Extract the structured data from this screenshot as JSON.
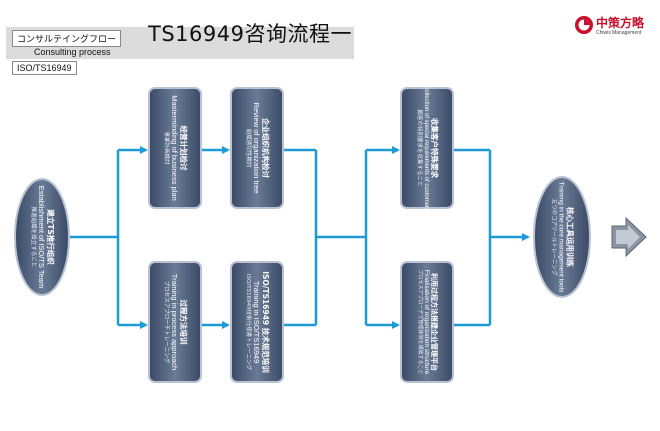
{
  "header": {
    "jp_label": "コンサルテイングフロー",
    "en_label": "Consulting process",
    "standard_label": "ISO/TS16949",
    "title": "TS16949咨询流程一"
  },
  "logo": {
    "name_cn": "中策方略",
    "name_en": "Chiwis Management",
    "color": "#c8102e"
  },
  "colors": {
    "node_fill": "#5d6e88",
    "node_dark": "#2f3d55",
    "arrow": "#1e9bd7"
  },
  "nodes": {
    "start": {
      "line1": "建立TS推行组织",
      "line2": "Establishment of ISO/TS Team",
      "line3": "推進組織を設立すること"
    },
    "business_plan": {
      "line1": "经营计划检讨",
      "line2": "Masterminding of business plan",
      "line3": "事業計画検討"
    },
    "org_review": {
      "line1": "企业组织机构检讨",
      "line2": "Review of organization tree",
      "line3": "組織適切性検討"
    },
    "process_training": {
      "line1": "过程方法培训",
      "line2": "Training in process approach",
      "line3": "プロセスアプローチトレーニング"
    },
    "ts_training": {
      "line1": "ISO/TS16949 技术规范培训",
      "line2": "Training in ISO/TS16949",
      "line3": "ISO/TS16949技術仕様書トレーニング"
    },
    "customer_req": {
      "line1": "收集客户特殊要求",
      "line2": "Collection of special requirements of customers",
      "line3": "顧客の特別要求を収集すること"
    },
    "org_structure": {
      "line1": "利用过程方法搭建企业管理平台",
      "line2": "Finalisation of organization structure",
      "line3": "プロセスアプローチで管理体制を構築すること"
    },
    "core_tools": {
      "line1": "核心工具运用训练",
      "line2": "Training in the core management tools",
      "line3": "五つのコアツールトレーニング"
    }
  }
}
